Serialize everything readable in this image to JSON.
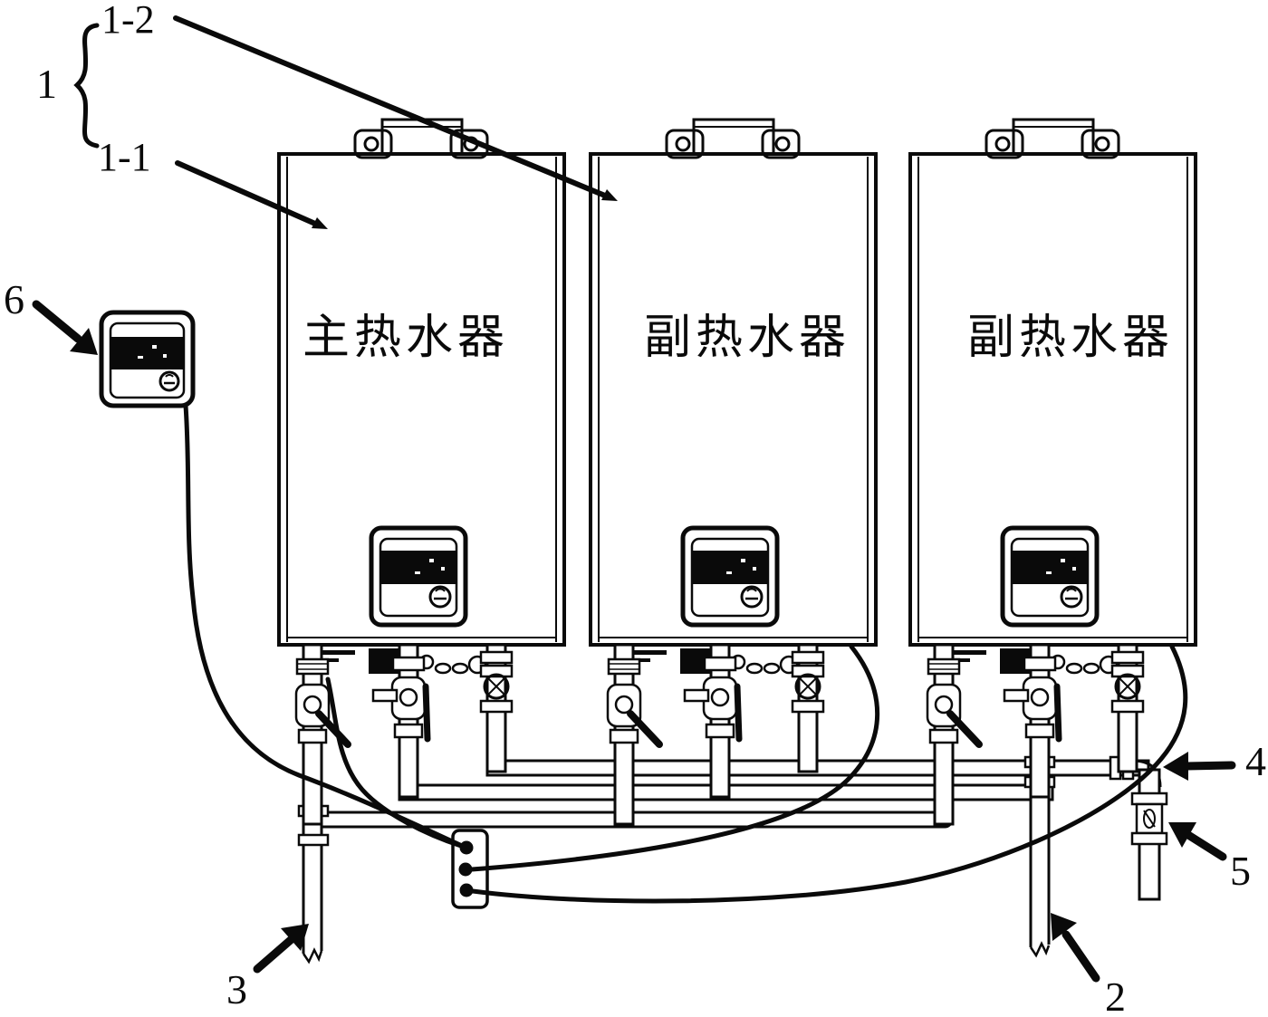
{
  "diagram": {
    "background_color": "#ffffff",
    "line_color": "#0a0a0a",
    "heaters": [
      {
        "title": "主热水器"
      },
      {
        "title": "副热水器"
      },
      {
        "title": "副热水器"
      }
    ],
    "callouts": {
      "group": "1",
      "aux_heater": "1-2",
      "main_heater": "1-1",
      "right_riser": "2",
      "left_riser": "3",
      "outlet_elbow": "4",
      "outlet_valve": "5",
      "remote_controller": "6"
    }
  }
}
